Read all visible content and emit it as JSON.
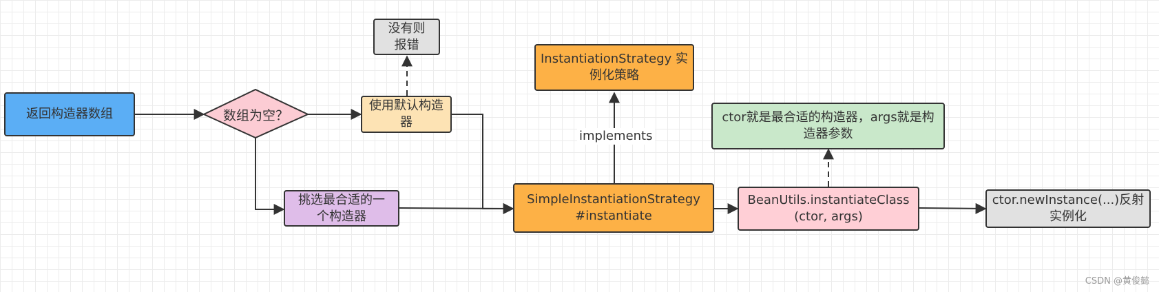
{
  "nodes": {
    "return_array": "返回构造器数组",
    "array_empty": "数组为空？",
    "use_default_ctor": "使用默认构造器",
    "error_if_none": "没有则报错",
    "pick_best_ctor": "挑选最合适的一个构造器",
    "instantiation_strategy": "InstantiationStrategy 实例化策略",
    "simple_strategy": "SimpleInstantiationStrategy #instantiate",
    "bean_utils": "BeanUtils.instantiateClass (ctor, args)",
    "ctor_note": "ctor就是最合适的构造器，args就是构造器参数",
    "new_instance": "ctor.newInstance(...)反射实例化"
  },
  "edge_labels": {
    "implements": "implements"
  },
  "watermark": "CSDN @黄俊懿",
  "colors": {
    "blue": "#5baef5",
    "pink_diamond": "#fcccd4",
    "peach": "#fde3b4",
    "grey": "#e1e1e1",
    "purple": "#dfbde9",
    "orange": "#fdb146",
    "pink": "#ffcfd6",
    "green": "#c9e8ca"
  }
}
